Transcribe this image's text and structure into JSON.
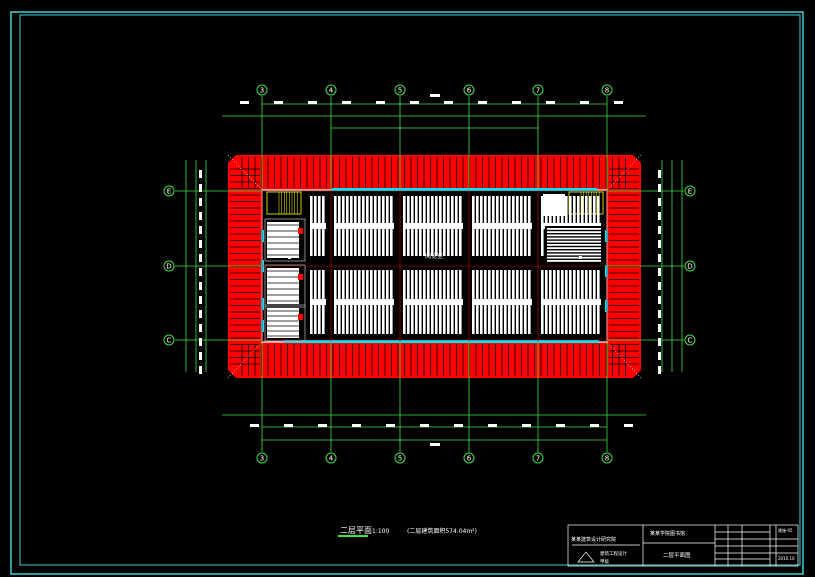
{
  "drawing": {
    "title": "二层平面",
    "scale": "1:100",
    "area_note": "(二层建筑面积574.04m²)",
    "column_axes": [
      "3",
      "4",
      "5",
      "6",
      "7",
      "8"
    ],
    "row_axes": [
      "E",
      "D",
      "C"
    ],
    "center_label": "阅览室"
  },
  "title_block": {
    "company": "某某建筑设计研究院",
    "project": "某某学院图书馆",
    "sheet_title": "二层平面图",
    "stamp": "建筑工程设计",
    "cert": "甲级",
    "sheet_no": "建施-05",
    "date": "2010.10"
  },
  "colors": {
    "border": "#3fd0d8",
    "axis": "#3ee03e",
    "roof": "#ff0000",
    "wall": "#ffffff",
    "window": "#00e5ff",
    "stair": "#ffff00"
  }
}
